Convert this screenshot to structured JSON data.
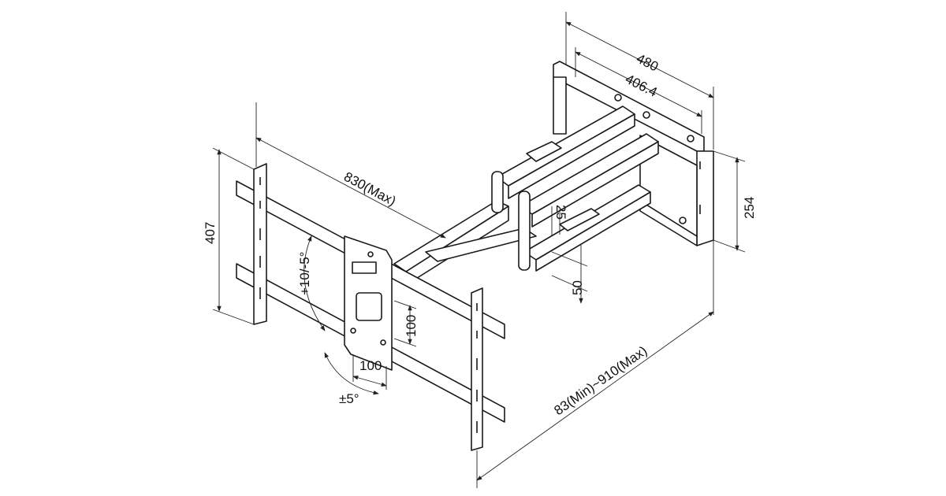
{
  "title": "Full-motion TV wall mount dimension drawing",
  "dimensions": {
    "wall_plate_width": "480",
    "wall_plate_hole_spacing": "406.4",
    "arm_extension": "830(Max)",
    "tv_bracket_height": "407",
    "wall_plate_height": "254",
    "arm_spacing_top": "25",
    "arm_spacing_bottom": "50",
    "vesa_horizontal": "100",
    "vesa_vertical": "100",
    "tilt": "+10/-5°",
    "swivel": "±5°",
    "wall_distance": "83(Min)~910(Max)"
  }
}
